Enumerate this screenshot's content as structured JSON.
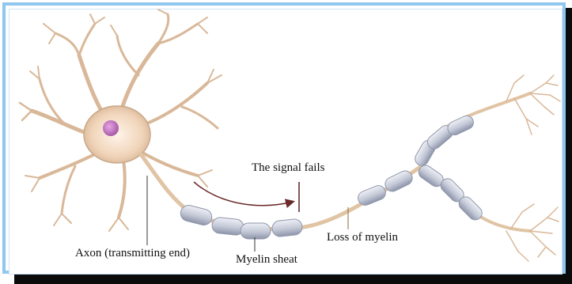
{
  "labels": {
    "signal_fails": "The signal fails",
    "loss_of_myelin": "Loss of myelin",
    "axon": "Axon (transmitting end)",
    "myelin_sheat": "Myelin sheat"
  },
  "colors": {
    "frame_blue": "#8fc7ef",
    "neuron_body": "#f2d8c0",
    "neuron_outline": "#c9a888",
    "nucleus": "#c77ac4",
    "myelin": "#c8ccd8",
    "myelin_outline": "#8f96aa",
    "arrow": "#6b2a2a"
  }
}
